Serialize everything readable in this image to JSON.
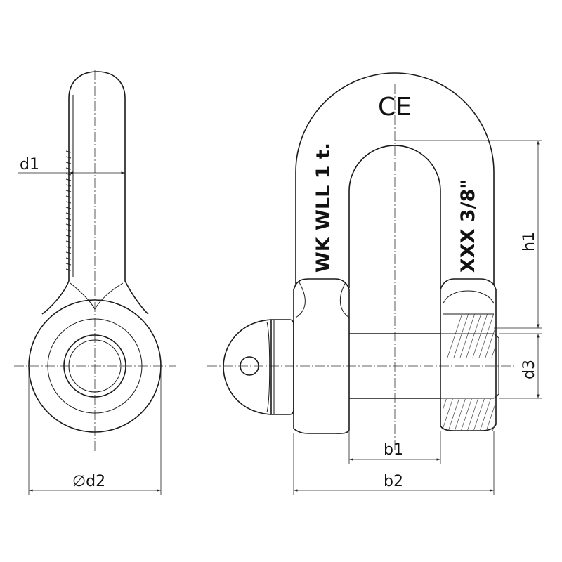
{
  "labels": {
    "d1": "d1",
    "d2": "∅d2",
    "d3": "d3",
    "h1": "h1",
    "b1": "b1",
    "b2": "b2"
  },
  "markings": {
    "ce": "CE",
    "wll": "WK WLL 1 t.",
    "size": "XXX   3/8\""
  },
  "colors": {
    "line": "#1a1a1a",
    "background": "#ffffff"
  }
}
